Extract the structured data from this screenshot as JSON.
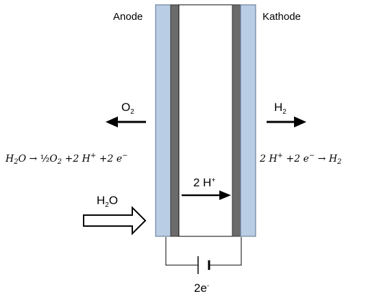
{
  "electrodes": {
    "anode_label": "Anode",
    "cathode_label": "Kathode"
  },
  "species": {
    "o2_base": "O",
    "o2_sub": "2",
    "h2_base": "H",
    "h2_sub": "2",
    "h2o_base": "H",
    "h2o_sub": "2",
    "h2o_end": "O",
    "proton_prefix": "2 H",
    "proton_sup": "+",
    "electron_base": "2e",
    "electron_sup": "-"
  },
  "equations": {
    "anode": {
      "p1": "H",
      "s1": "2",
      "p2": "O → ",
      "frac": "½",
      "p3": "O",
      "s2": "2",
      "p4": " +2 H",
      "sup1": "+",
      "p5": " +2 ",
      "p6": "e",
      "sup2": "−"
    },
    "cathode": {
      "p1": "2 H",
      "sup1": "+",
      "p2": " +2 ",
      "p3": "e",
      "sup2": "−",
      "p4": " → H",
      "s1": "2"
    }
  },
  "colors": {
    "electrode_fill": "#b9cde5",
    "electrode_stroke": "#5a6f8a",
    "catalyst": "#6b6b6b",
    "line": "#000000"
  }
}
